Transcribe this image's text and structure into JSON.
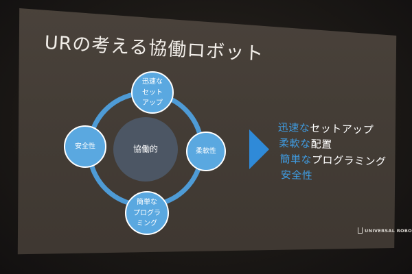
{
  "slide": {
    "title": "URの考える協働ロボット"
  },
  "diagram": {
    "center": "協働的",
    "nodes": [
      {
        "lines": [
          "迅速な",
          "セット",
          "アップ"
        ]
      },
      {
        "lines": [
          "柔軟性"
        ]
      },
      {
        "lines": [
          "簡単な",
          "プログラ",
          "ミング"
        ]
      },
      {
        "lines": [
          "安全性"
        ]
      }
    ]
  },
  "bullets": [
    {
      "highlight": "迅速な",
      "rest": "セットアップ"
    },
    {
      "highlight": "柔軟な",
      "rest": "配置"
    },
    {
      "highlight": "簡単な",
      "rest": "プログラミング"
    },
    {
      "highlight": "安全性",
      "rest": ""
    }
  ],
  "logo": {
    "text": "UNIVERSAL ROBOTS"
  },
  "colors": {
    "node_blue": "#5aa8e0",
    "ring_blue": "#4e9bd6",
    "center_gray": "#4c5664",
    "accent_text": "#3f9be0",
    "arrow_blue": "#2f8ad8"
  }
}
